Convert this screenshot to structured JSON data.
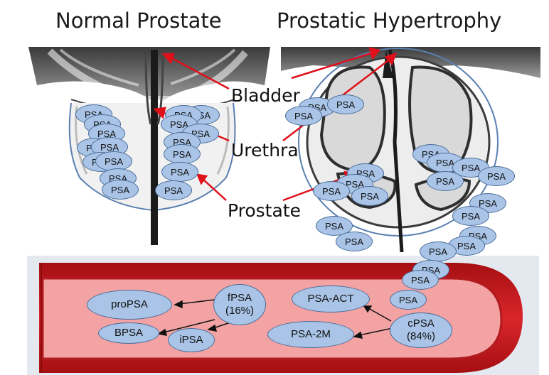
{
  "titles": {
    "normal": "Normal Prostate",
    "hypertrophy": "Prostatic Hypertrophy"
  },
  "labels": {
    "bladder": "Bladder",
    "urethra": "Urethra",
    "prostate": "Prostate"
  },
  "psa_label": "PSA",
  "vessel": {
    "propsa": "proPSA",
    "bpsa": "BPSA",
    "ipsa": "iPSA",
    "fpsa_name": "fPSA",
    "fpsa_pct": "(16%)",
    "psa_act": "PSA-ACT",
    "psa_2m": "PSA-2M",
    "cpsa_name": "cPSA",
    "cpsa_pct": "(84%)"
  },
  "colors": {
    "arrow": "#e0101a",
    "psa_fill": "#a9c4e6",
    "psa_border": "#4a6d9a",
    "vessel_outer": "#c41a1a",
    "vessel_inner": "#f3a3a3"
  }
}
